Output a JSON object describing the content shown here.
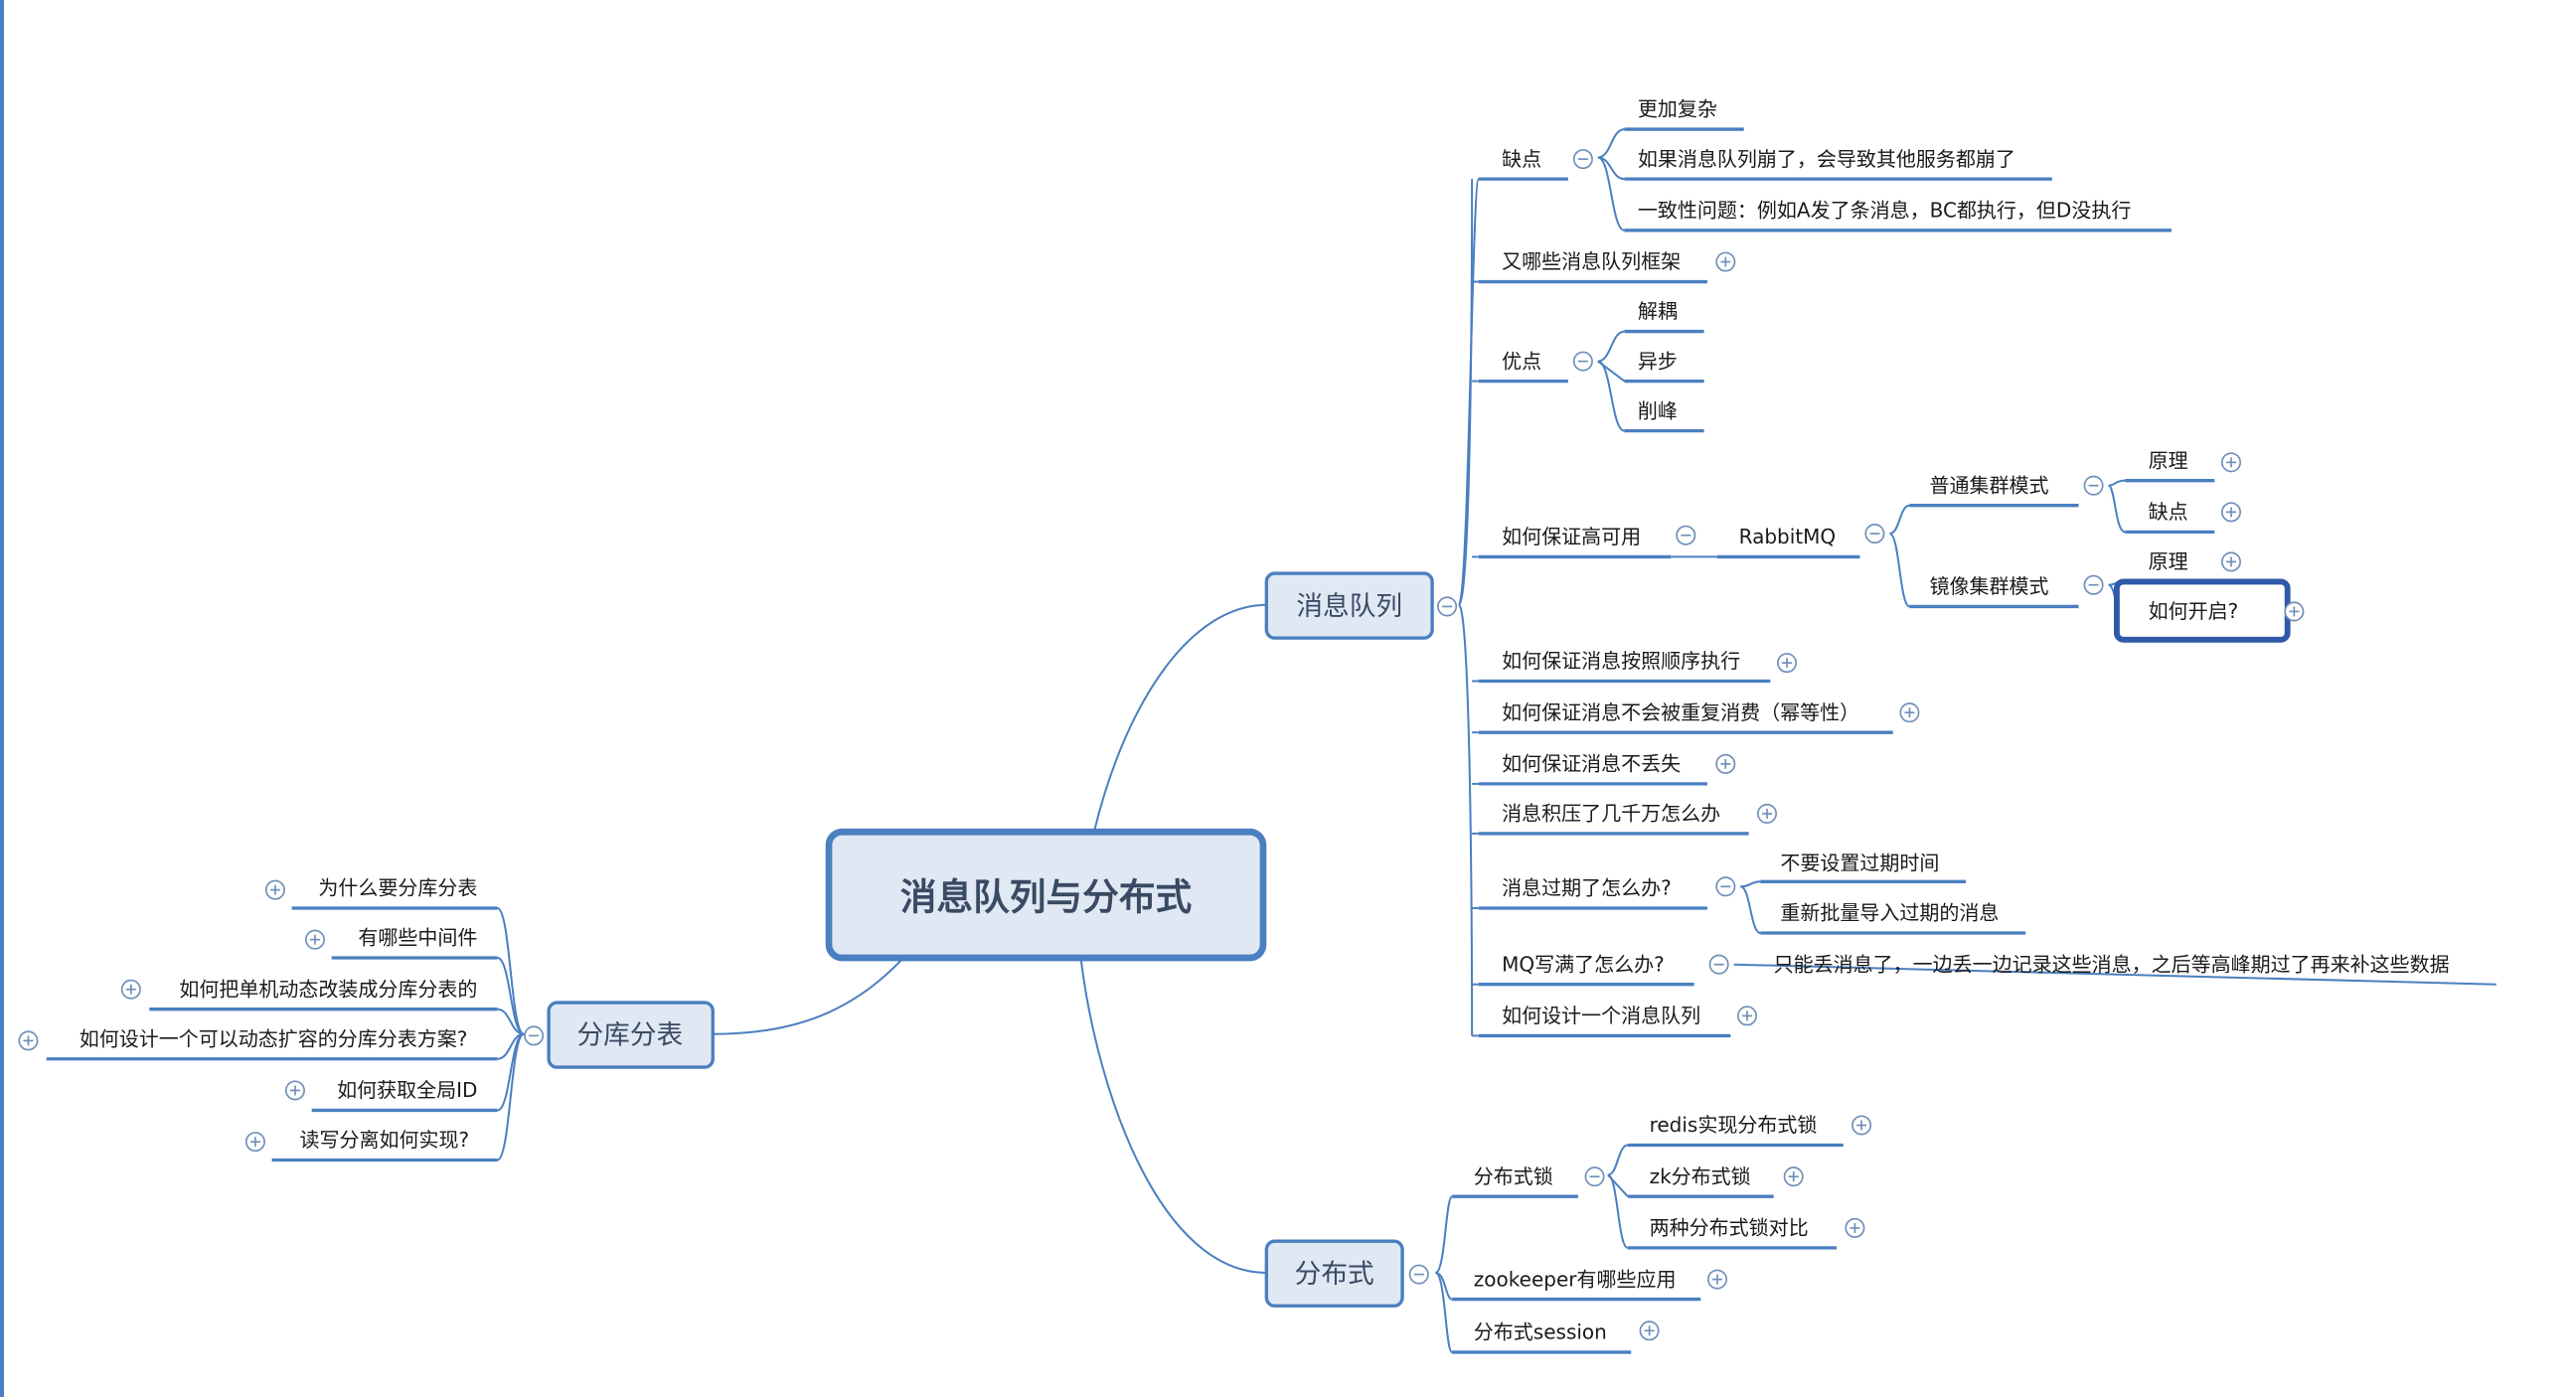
{
  "central": "消息队列与分布式",
  "mq": {
    "label": "消息队列",
    "cons": {
      "label": "缺点",
      "items": [
        "更加复杂",
        "如果消息队列崩了，会导致其他服务都崩了",
        "一致性问题：例如A发了条消息，BC都执行，但D没执行"
      ]
    },
    "frameworks": "又哪些消息队列框架",
    "pros": {
      "label": "优点",
      "items": [
        "解耦",
        "异步",
        "削峰"
      ]
    },
    "ha": {
      "label": "如何保证高可用",
      "rabbit": "RabbitMQ",
      "normal": {
        "label": "普通集群模式",
        "items": [
          "原理",
          "缺点"
        ]
      },
      "mirror": {
        "label": "镜像集群模式",
        "items": [
          "原理",
          "如何开启?"
        ]
      }
    },
    "order": "如何保证消息按照顺序执行",
    "idempotent": "如何保证消息不会被重复消费（幂等性）",
    "loss": "如何保证消息不丢失",
    "backlog": "消息积压了几千万怎么办",
    "expired": {
      "label": "消息过期了怎么办?",
      "items": [
        "不要设置过期时间",
        "重新批量导入过期的消息"
      ]
    },
    "full": {
      "label": "MQ写满了怎么办?",
      "answer": "只能丢消息了，一边丢一边记录这些消息，之后等高峰期过了再来补这些数据"
    },
    "design": "如何设计一个消息队列"
  },
  "dist": {
    "label": "分布式",
    "lock": {
      "label": "分布式锁",
      "items": [
        "redis实现分布式锁",
        "zk分布式锁",
        "两种分布式锁对比"
      ]
    },
    "zk": "zookeeper有哪些应用",
    "session": "分布式session"
  },
  "shard": {
    "label": "分库分表",
    "items": [
      "为什么要分库分表",
      "有哪些中间件",
      "如何把单机动态改装成分库分表的",
      "如何设计一个可以动态扩容的分库分表方案?",
      "如何获取全局ID",
      "读写分离如何实现?"
    ]
  },
  "colors": {
    "line": "#4a7fc0",
    "nodeFill": "#dfe8f3",
    "nodeBorder": "#4a7fc0",
    "text": "#3a4a63",
    "selected": "#2f5aa8"
  }
}
